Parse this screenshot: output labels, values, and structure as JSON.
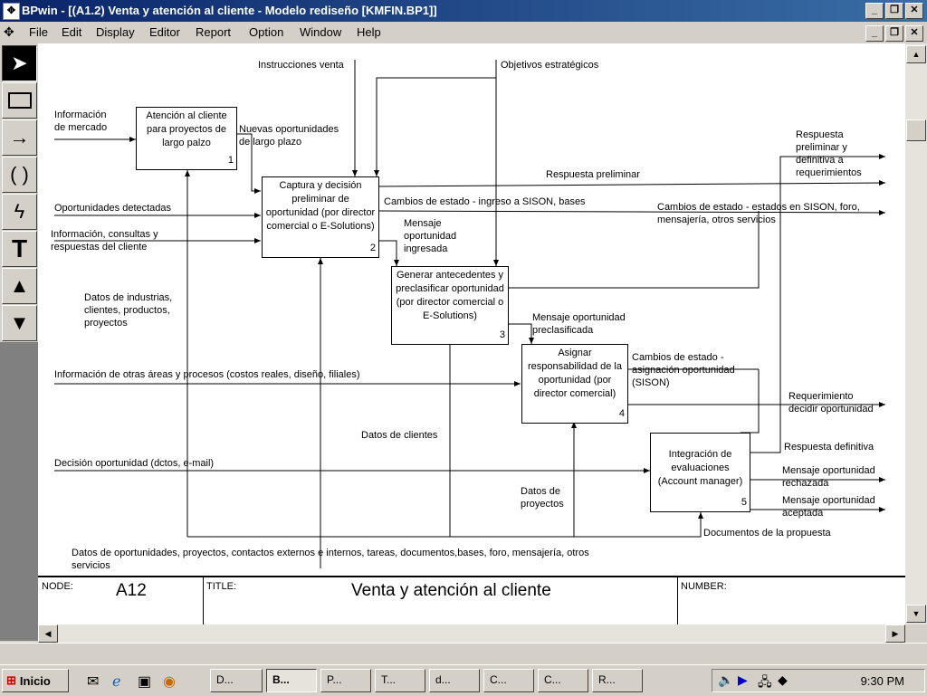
{
  "window": {
    "title": "BPwin - [(A1.2)  Venta y atención al cliente - Modelo rediseño  [KMFIN.BP1]]"
  },
  "menu": [
    "File",
    "Edit",
    "Display",
    "Editor",
    "Report",
    "Option",
    "Window",
    "Help"
  ],
  "boxes": [
    {
      "text": "Atención al cliente para proyectos de largo palzo",
      "num": "1"
    },
    {
      "text": "Captura y decisión preliminar de oportunidad (por director comercial o E-Solutions)",
      "num": "2"
    },
    {
      "text": "Generar antecedentes y preclasificar oportunidad (por director comercial o E-Solutions)",
      "num": "3"
    },
    {
      "text": "Asignar responsabilidad de la oportunidad (por director comercial)",
      "num": "4"
    },
    {
      "text": "Integración de evaluaciones (Account manager)",
      "num": "5"
    }
  ],
  "labels": {
    "instrucciones": "Instrucciones venta",
    "objetivos": "Objetivos estratégicos",
    "info_mercado": "Información\nde mercado",
    "nuevas": "Nuevas oportunidades\nde largo plazo",
    "resp_prelim_ext": "Respuesta\npreliminar y\ndefinitiva a\nrequerimientos",
    "resp_prelim": "Respuesta preliminar",
    "oport_det": "Oportunidades detectadas",
    "cambios1": "Cambios de estado - ingreso a SISON, bases",
    "cambios2": "Cambios de estado - estados en SISON, foro,\nmensajería, otros servicios",
    "info_consultas": "Información, consultas y\nrespuestas del cliente",
    "mensaje_ingr": "Mensaje\noportunidad\ningresada",
    "datos_ind": "Datos de industrias,\nclientes, productos,\nproyectos",
    "mensaje_precl": "Mensaje oportunidad\npreclasificada",
    "cambios3": "Cambios de estado -\nasignación oportunidad\n(SISON)",
    "info_otras": "Información de otras áreas y procesos (costos reales, diseño, filiales)",
    "requerimiento": "Requerimiento\ndecidir oportunidad",
    "datos_clientes": "Datos de clientes",
    "resp_def": "Respuesta definitiva",
    "decision": "Decisión oportunidad (dctos, e-mail)",
    "msg_rech": "Mensaje oportunidad\nrechazada",
    "datos_proy": "Datos de\nproyectos",
    "msg_acep": "Mensaje oportunidad\naceptada",
    "docs": "Documentos de la propuesta",
    "datos_oport": "Datos de oportunidades, proyectos, contactos externos e internos, tareas, documentos,bases, foro, mensajería, otros\nservicios"
  },
  "footer": {
    "node_label": "NODE:",
    "node": "A12",
    "title_label": "TITLE:",
    "title": "Venta y atención al cliente",
    "number_label": "NUMBER:"
  },
  "taskbar": {
    "start": "Inicio",
    "tasks": [
      "D...",
      "B...",
      "P...",
      "T...",
      "d...",
      "C...",
      "C...",
      "R..."
    ],
    "clock": "9:30 PM"
  }
}
